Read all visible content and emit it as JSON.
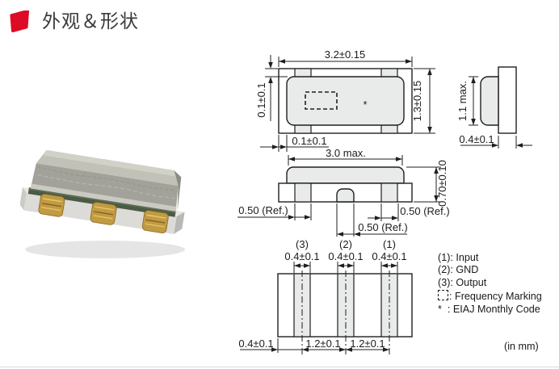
{
  "page": {
    "title": "外观＆形状",
    "units_note": "(in mm)",
    "accent_color": "#dd0b26",
    "line_color": "#1f1f1f",
    "fill_gray": "#e9eaea"
  },
  "top_view": {
    "width_dim": "3.2±0.15",
    "height_dim": "1.3±0.15",
    "top_margin_dim": "0.1±0.1",
    "left_margin_dim": "0.1±0.1",
    "marking_asterisk": "*"
  },
  "side_view": {
    "height_dim": "1.1 max.",
    "terminal_width_dim": "0.4±0.1"
  },
  "front_view": {
    "width_dim": "3.0 max.",
    "height_dim": "0.70±0.10",
    "left_pad_dim": "0.50 (Ref.)",
    "center_pad_dim": "0.50 (Ref.)",
    "right_pad_dim": "0.50 (Ref.)"
  },
  "terminals": {
    "t3": "(3)",
    "t2": "(2)",
    "t1": "(1)"
  },
  "bottom_view": {
    "pad_width_dims": [
      "0.4±0.1",
      "0.4±0.1",
      "0.4±0.1"
    ],
    "edge_dim": "0.4±0.1",
    "pitch_dims": [
      "1.2±0.1",
      "1.2±0.1"
    ]
  },
  "legend": {
    "items": [
      {
        "key": "(1):",
        "label": "Input"
      },
      {
        "key": "(2):",
        "label": "GND"
      },
      {
        "key": "(3):",
        "label": "Output"
      },
      {
        "key": ":",
        "label": "Frequency Marking",
        "icon": "dashed-box-icon"
      },
      {
        "key": "*  :",
        "label": "EIAJ Monthly Code"
      }
    ]
  }
}
